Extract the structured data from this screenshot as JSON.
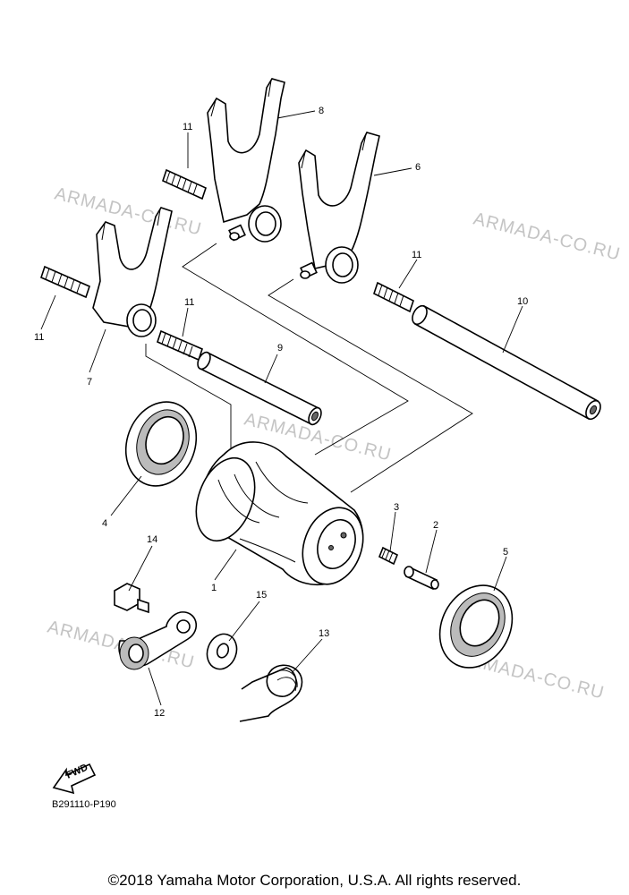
{
  "watermark": "ARMADA-CO.RU",
  "callouts": [
    "1",
    "2",
    "3",
    "4",
    "5",
    "6",
    "7",
    "8",
    "9",
    "10",
    "11",
    "12",
    "13",
    "14",
    "15"
  ],
  "callout_11": "11",
  "fwd_label": "FWD",
  "diagram_code": "B291110-P190",
  "copyright": "©2018 Yamaha Motor Corporation, U.S.A. All rights reserved."
}
